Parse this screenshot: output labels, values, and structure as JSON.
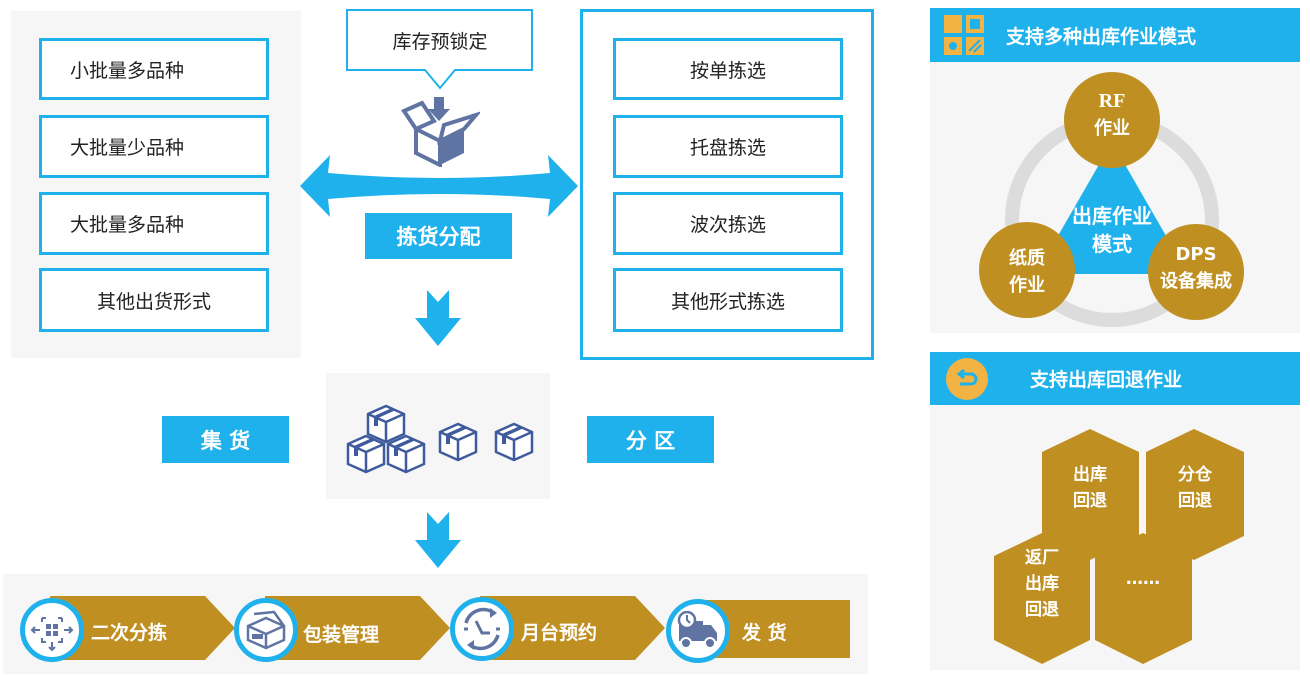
{
  "order_types": {
    "items": [
      "小批量多品种",
      "大批量少品种",
      "大批量多品种",
      "其他出货形式"
    ]
  },
  "inventory": {
    "callout_label": "库存预锁定",
    "allocation_label": "拣货分配"
  },
  "picking_methods": {
    "items": [
      "按单拣选",
      "托盘拣选",
      "波次拣选",
      "其他形式拣选"
    ]
  },
  "consolidation": {
    "left_label": "集 货",
    "right_label": "分 区"
  },
  "process_steps": [
    {
      "label": "二次分拣",
      "icon": "sort-arrows-icon"
    },
    {
      "label": "包装管理",
      "icon": "package-box-icon"
    },
    {
      "label": "月台预约",
      "icon": "clock-cycle-icon"
    },
    {
      "label": "发 货",
      "icon": "delivery-truck-icon"
    }
  ],
  "modes_card": {
    "title": "支持多种出库作业模式",
    "center_line1": "出库作业",
    "center_line2": "模式",
    "nodes": [
      {
        "line1": "RF",
        "line2": "作业"
      },
      {
        "line1": "纸质",
        "line2": "作业"
      },
      {
        "line1": "DPS",
        "line2": "设备集成"
      }
    ]
  },
  "return_card": {
    "title": "支持出库回退作业",
    "hexes": [
      {
        "lines": [
          "出库",
          "回退"
        ]
      },
      {
        "lines": [
          "分仓",
          "回退"
        ]
      },
      {
        "lines": [
          "返厂",
          "出库",
          "回退"
        ]
      },
      {
        "lines": [
          "……"
        ]
      }
    ]
  },
  "colors": {
    "accent_blue": "#1fb1ec",
    "gold": "#bf8f22",
    "icon_navy": "#5f74a3",
    "badge_orange": "#f2b345"
  }
}
